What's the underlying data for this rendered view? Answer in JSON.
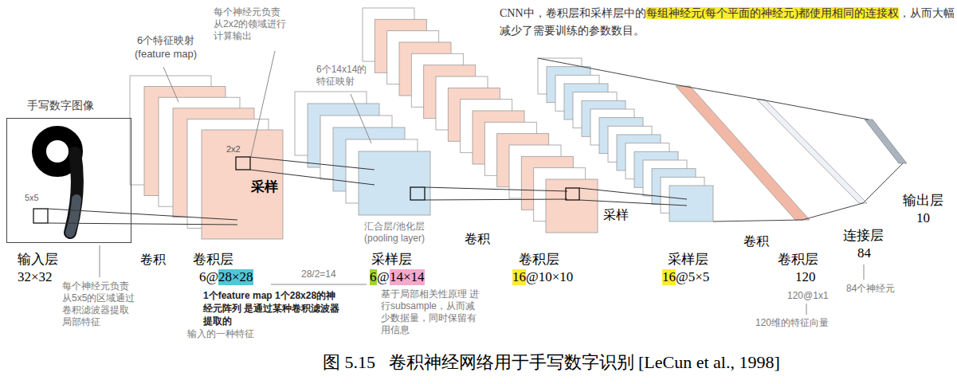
{
  "diagram": {
    "caption": "图 5.15   卷积神经网络用于手写数字识别 [LeCun et al., 1998]",
    "nodes": [
      {
        "text": [
          "手写数字图像",
          "5x5"
        ]
      },
      {
        "text": [
          "2x2",
          "采样"
        ]
      }
    ],
    "labels": [
      "CNN中，卷积层和采样层中的",
      "每组神经元(每个平面的神经元)都使用相同的连接权",
      "，从而大幅减少了需要训练的参数数目。",
      "6个特征映射 (feature map)",
      "每个神经元负责 从2x2的领域进行 计算输出",
      "6个14x14的 特征映射",
      "输入层",
      "32×32",
      "卷积",
      "每个神经元负责 从5x5的区域通过 卷积滤波器提取 局部特征",
      "卷积层",
      "6@",
      "28×28",
      "1个feature map 1个28x28的神经元阵列 是通过某种卷积滤波器提取的",
      "输入的一种特征",
      "28/2=14",
      "汇合层/池化层 (pooling layer)",
      "采样层",
      "6",
      "@",
      "14×14",
      "基于局部相关性原理 进行subsample，从而减 少数据量，同时保留有 用信息",
      "卷积",
      "卷积层",
      "16",
      "@10×10",
      "采样",
      "采样层",
      "16",
      "@5×5",
      "卷积",
      "卷积层",
      "120",
      "120@1x1",
      "120维的特征向量",
      "连接层",
      "84",
      "84个神经元",
      "输出层",
      "10"
    ]
  }
}
